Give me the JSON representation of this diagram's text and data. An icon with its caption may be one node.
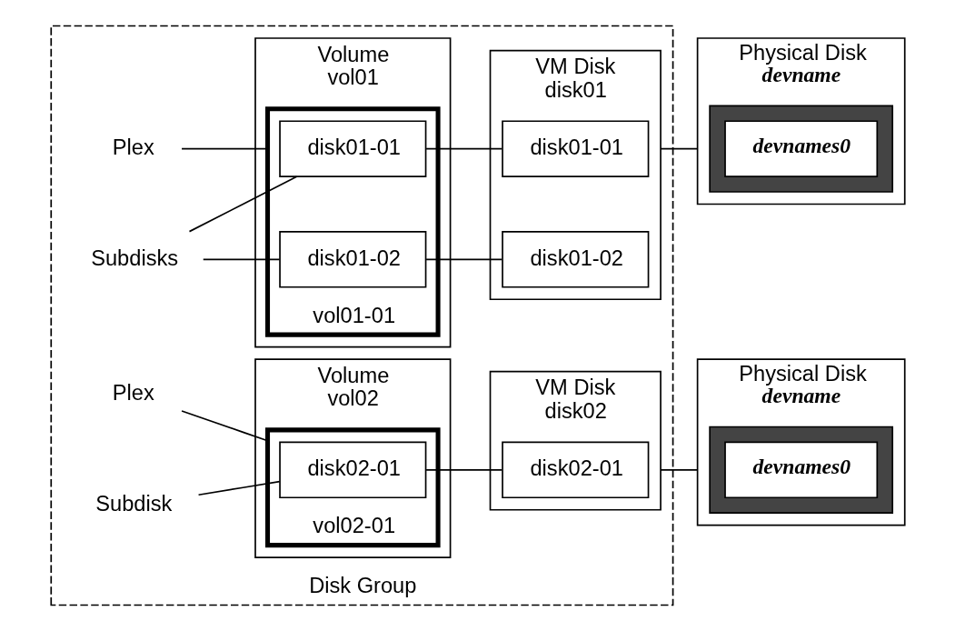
{
  "diagram": {
    "nodes": [
      {
        "text": [
          "Disk Group"
        ]
      },
      {
        "text": [
          "Volume",
          "vol01"
        ],
        "in": 0
      },
      {
        "text": [
          "vol01-01"
        ],
        "in": 1
      },
      {
        "text": [
          "disk01-01"
        ],
        "in": 2
      },
      {
        "text": [
          "disk01-02"
        ],
        "in": 2
      },
      {
        "text": [
          "VM Disk",
          "disk01"
        ],
        "in": 0
      },
      {
        "text": [
          "disk01-01"
        ],
        "in": 5
      },
      {
        "text": [
          "disk01-02"
        ],
        "in": 5
      },
      {
        "text": [
          "Physical Disk",
          "devname"
        ]
      },
      {
        "text": [],
        "shape": "box",
        "in": 8
      },
      {
        "text": [
          "devnames0"
        ],
        "in": 9
      },
      {
        "text": [
          "Plex"
        ],
        "in": 0
      },
      {
        "text": [
          "Subdisks"
        ],
        "in": 0
      },
      {
        "text": [
          "Volume",
          "vol02"
        ],
        "in": 0
      },
      {
        "text": [
          "vol02-01"
        ],
        "in": 13
      },
      {
        "text": [
          "disk02-01"
        ],
        "in": 14
      },
      {
        "text": [
          "VM Disk",
          "disk02"
        ],
        "in": 0
      },
      {
        "text": [
          "disk02-01"
        ],
        "in": 16
      },
      {
        "text": [
          "Physical Disk",
          "devname"
        ]
      },
      {
        "text": [],
        "shape": "box",
        "in": 18
      },
      {
        "text": [
          "devnames0"
        ],
        "in": 19
      },
      {
        "text": [
          "Plex"
        ],
        "in": 0
      },
      {
        "text": [
          "Subdisk"
        ],
        "in": 0
      }
    ],
    "edges": [
      {
        "from": 3,
        "to": 6,
        "arrow": "none"
      },
      {
        "from": 4,
        "to": 7,
        "arrow": "none"
      },
      {
        "from": 5,
        "to": 8,
        "arrow": "none"
      },
      {
        "from": 11,
        "to": 2,
        "arrow": "none"
      },
      {
        "from": 12,
        "to": 3,
        "arrow": "none"
      },
      {
        "from": 12,
        "to": 4,
        "arrow": "none"
      },
      {
        "from": 15,
        "to": 17,
        "arrow": "none"
      },
      {
        "from": 16,
        "to": 18,
        "arrow": "none"
      },
      {
        "from": 21,
        "to": 14,
        "arrow": "none"
      },
      {
        "from": 22,
        "to": 15,
        "arrow": "none"
      }
    ]
  }
}
